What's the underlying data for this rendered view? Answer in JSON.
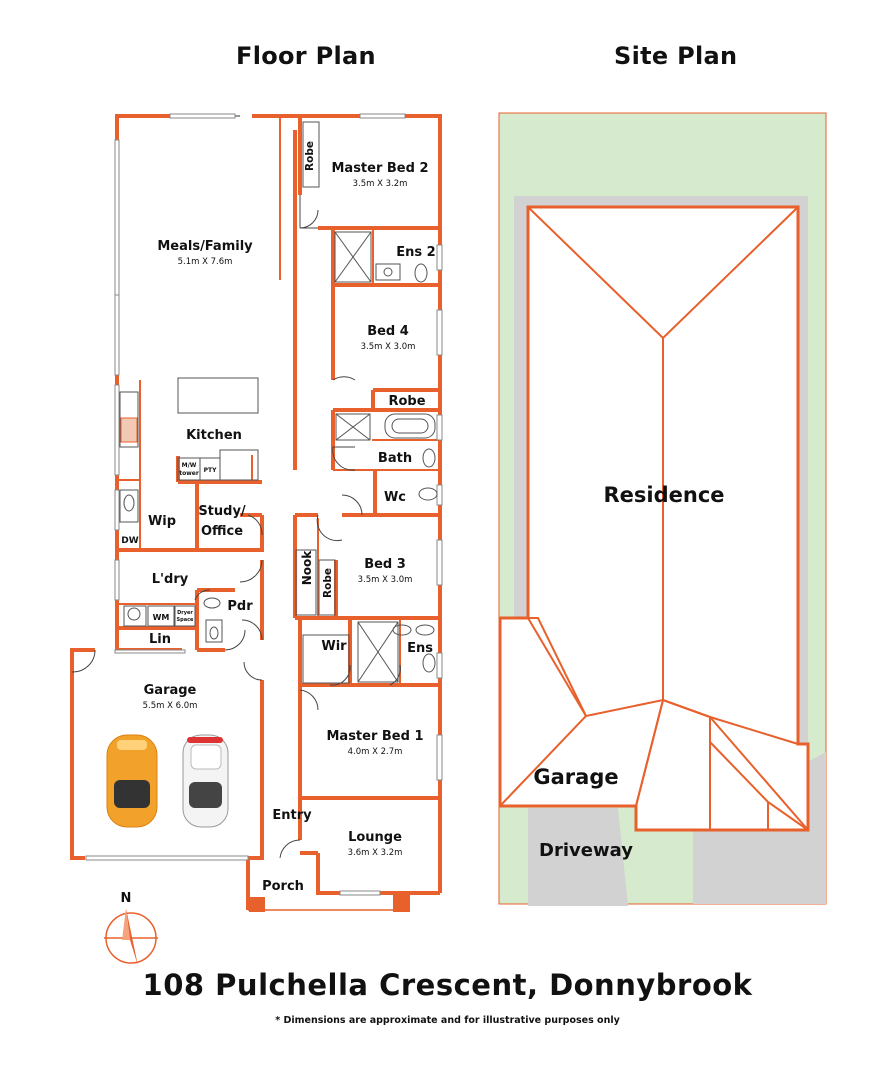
{
  "headings": {
    "floor_plan": "Floor Plan",
    "site_plan": "Site Plan"
  },
  "address": "108 Pulchella Crescent, Donnybrook",
  "disclaimer": "* Dimensions are approximate and for illustrative purposes only",
  "compass": {
    "label": "N",
    "icon": "north-arrow-icon"
  },
  "colors": {
    "wall": "#e8602c",
    "grass": "#d6ebcd",
    "paving": "#d2d2d2",
    "line": "#333333"
  },
  "rooms": {
    "master_bed_2": {
      "name": "Master Bed 2",
      "dims": "3.5m X 3.2m"
    },
    "robe_mb2": {
      "name": "Robe"
    },
    "meals_family": {
      "name": "Meals/Family",
      "dims": "5.1m X 7.6m"
    },
    "ens_2": {
      "name": "Ens 2"
    },
    "bed_4": {
      "name": "Bed 4",
      "dims": "3.5m X 3.0m"
    },
    "robe_bed4": {
      "name": "Robe"
    },
    "kitchen": {
      "name": "Kitchen"
    },
    "bath": {
      "name": "Bath"
    },
    "mw_tower_1": "M/W",
    "mw_tower_2": "tower",
    "pty": "PTY",
    "wc": {
      "name": "Wc"
    },
    "study_1": "Study/",
    "study_2": "Office",
    "wip": {
      "name": "Wip"
    },
    "dw": "DW",
    "nook": {
      "name": "Nook"
    },
    "robe_bed3": {
      "name": "Robe"
    },
    "bed_3": {
      "name": "Bed 3",
      "dims": "3.5m X 3.0m"
    },
    "laundry": {
      "name": "L'dry"
    },
    "wm": "WM",
    "dryer_1": "Dryer",
    "dryer_2": "Space",
    "pdr": {
      "name": "Pdr"
    },
    "lin": {
      "name": "Lin"
    },
    "wir": {
      "name": "Wir"
    },
    "ens": {
      "name": "Ens"
    },
    "garage": {
      "name": "Garage",
      "dims": "5.5m X 6.0m"
    },
    "master_bed_1": {
      "name": "Master Bed 1",
      "dims": "4.0m X 2.7m"
    },
    "entry": {
      "name": "Entry"
    },
    "lounge": {
      "name": "Lounge",
      "dims": "3.6m X 3.2m"
    },
    "porch": {
      "name": "Porch"
    }
  },
  "site": {
    "residence": "Residence",
    "garage": "Garage",
    "driveway": "Driveway"
  }
}
